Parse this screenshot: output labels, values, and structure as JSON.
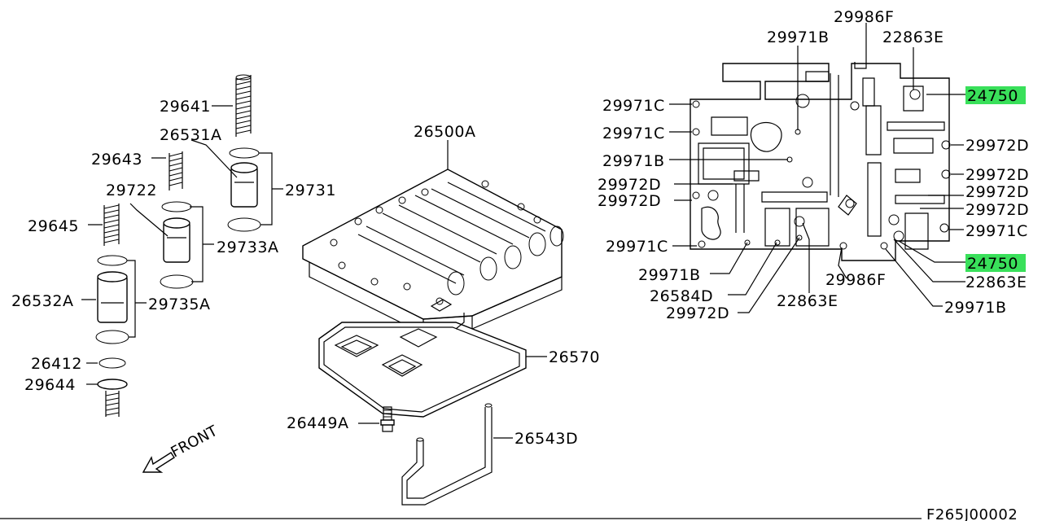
{
  "diagram": {
    "code": "F265J00002",
    "front_label": "FRONT",
    "highlight_color": "#39e05a",
    "parts": [
      {
        "id": "p29641",
        "text": "29641"
      },
      {
        "id": "p26531A",
        "text": "26531A"
      },
      {
        "id": "p29643",
        "text": "29643"
      },
      {
        "id": "p29731",
        "text": "29731"
      },
      {
        "id": "p29722",
        "text": "29722"
      },
      {
        "id": "p29645",
        "text": "29645"
      },
      {
        "id": "p29733A",
        "text": "29733A"
      },
      {
        "id": "p26532A",
        "text": "26532A"
      },
      {
        "id": "p29735A",
        "text": "29735A"
      },
      {
        "id": "p26412",
        "text": "26412"
      },
      {
        "id": "p29644",
        "text": "29644"
      },
      {
        "id": "p26500A",
        "text": "26500A"
      },
      {
        "id": "p26570",
        "text": "26570"
      },
      {
        "id": "p26449A",
        "text": "26449A"
      },
      {
        "id": "p26543D",
        "text": "26543D"
      },
      {
        "id": "p29986F_top",
        "text": "29986F"
      },
      {
        "id": "p29971B_top",
        "text": "29971B"
      },
      {
        "id": "p22863E_top",
        "text": "22863E"
      },
      {
        "id": "p24750_top",
        "text": "24750",
        "highlight": true
      },
      {
        "id": "p29971C_1",
        "text": "29971C"
      },
      {
        "id": "p29971C_2",
        "text": "29971C"
      },
      {
        "id": "p29971B_2",
        "text": "29971B"
      },
      {
        "id": "p29972D_l1",
        "text": "29972D"
      },
      {
        "id": "p29972D_l2",
        "text": "29972D"
      },
      {
        "id": "p29971C_3",
        "text": "29971C"
      },
      {
        "id": "p29972D_r1",
        "text": "29972D"
      },
      {
        "id": "p29972D_r2",
        "text": "29972D"
      },
      {
        "id": "p29972D_r3",
        "text": "29972D"
      },
      {
        "id": "p29972D_r4",
        "text": "29972D"
      },
      {
        "id": "p29971C_r",
        "text": "29971C"
      },
      {
        "id": "p24750_bot",
        "text": "24750",
        "highlight": true
      },
      {
        "id": "p22863E_r",
        "text": "22863E"
      },
      {
        "id": "p29971B_r",
        "text": "29971B"
      },
      {
        "id": "p29971B_b",
        "text": "29971B"
      },
      {
        "id": "p26584D",
        "text": "26584D"
      },
      {
        "id": "p29972D_b",
        "text": "29972D"
      },
      {
        "id": "p22863E_b",
        "text": "22863E"
      },
      {
        "id": "p29986F_b",
        "text": "29986F"
      }
    ]
  }
}
